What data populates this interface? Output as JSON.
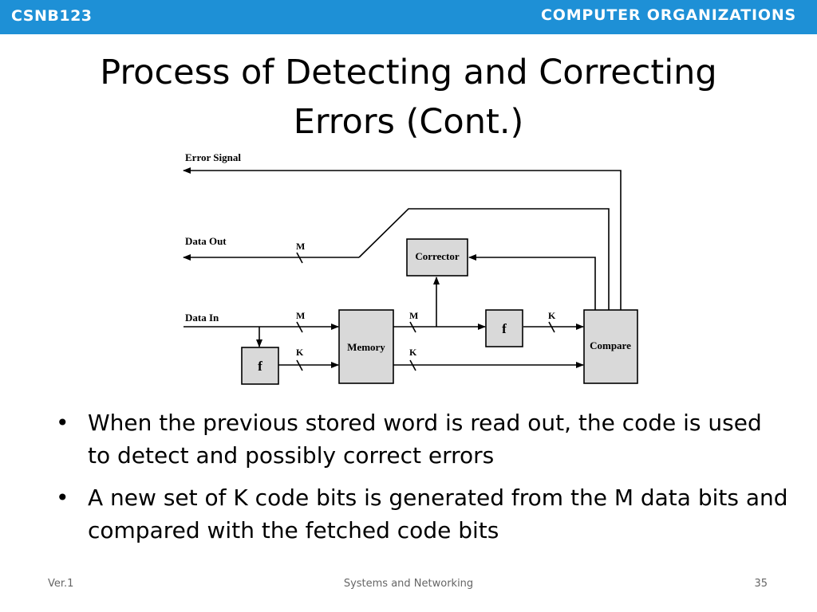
{
  "header": {
    "course_code": "CSNB123",
    "course_title": "COMPUTER ORGANIZATIONS"
  },
  "title": {
    "line1": "Process of Detecting and Correcting",
    "line2": "Errors (Cont.)"
  },
  "diagram": {
    "labels": {
      "error_signal": "Error Signal",
      "data_out": "Data Out",
      "data_in": "Data In",
      "corrector": "Corrector",
      "memory": "Memory",
      "compare": "Compare",
      "f_top": "f",
      "f_bottom": "f",
      "m_out": "M",
      "m_in": "M",
      "m_mem": "M",
      "k_in": "K",
      "k_mem": "K",
      "k_f": "K"
    }
  },
  "bullets": [
    {
      "text": "When the previous stored word is read out, the code is used to detect and possibly correct errors"
    },
    {
      "text": "A new set of K code bits is generated from the M data bits and compared with the fetched code bits"
    }
  ],
  "bullet_glyph": "•",
  "footer": {
    "version": "Ver.1",
    "center": "Systems and Networking",
    "page": "35"
  },
  "colors": {
    "header": "#1e90d6",
    "box_fill": "#d9d9d9"
  }
}
